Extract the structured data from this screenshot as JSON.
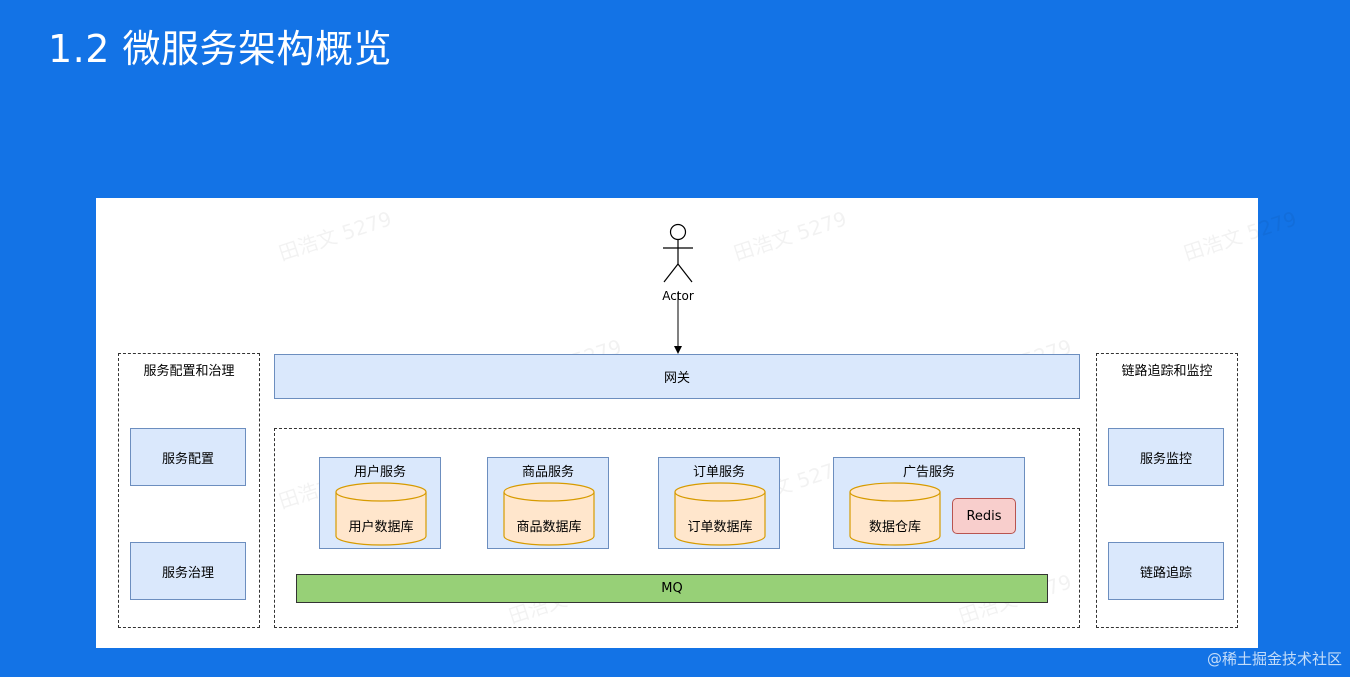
{
  "title": "1.2 微服务架构概览",
  "actor": {
    "label": "Actor"
  },
  "left_panel": {
    "title": "服务配置和治理",
    "items": [
      "服务配置",
      "服务治理"
    ]
  },
  "gateway": {
    "label": "网关"
  },
  "services": [
    {
      "title": "用户服务",
      "db": "用户数据库"
    },
    {
      "title": "商品服务",
      "db": "商品数据库"
    },
    {
      "title": "订单服务",
      "db": "订单数据库"
    },
    {
      "title": "广告服务",
      "db": "数据仓库",
      "cache": "Redis"
    }
  ],
  "mq": {
    "label": "MQ"
  },
  "right_panel": {
    "title": "链路追踪和监控",
    "items": [
      "服务监控",
      "链路追踪"
    ]
  },
  "watermark": "田浩文 5279",
  "credit": "@稀土掘金技术社区",
  "colors": {
    "background": "#1373e6",
    "service_fill": "#dae8fc",
    "service_stroke": "#6c8ebf",
    "db_fill": "#ffe6cc",
    "db_stroke": "#d79b00",
    "redis_fill": "#f8cecc",
    "redis_stroke": "#b85450",
    "mq_fill": "#97d077"
  }
}
